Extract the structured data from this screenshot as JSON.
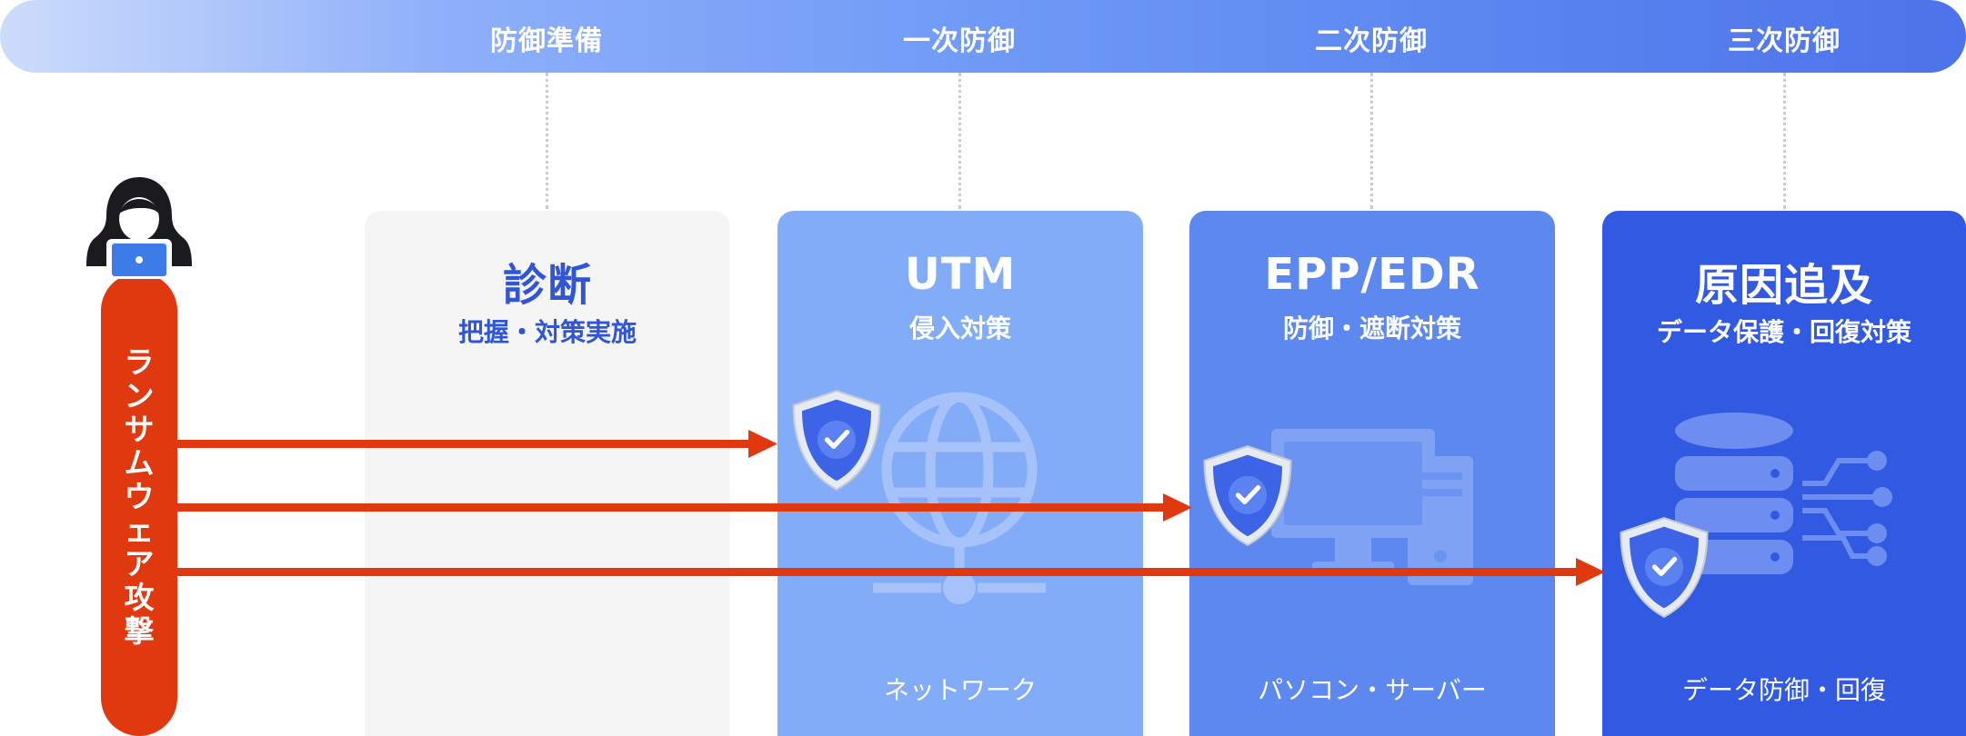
{
  "phases": [
    {
      "label": "防御準備"
    },
    {
      "label": "一次防御"
    },
    {
      "label": "二次防御"
    },
    {
      "label": "三次防御"
    }
  ],
  "attacker": {
    "label_chars": [
      "ラ",
      "ン",
      "サ",
      "ム",
      "ウ",
      "ェ",
      "ア",
      "攻",
      "撃"
    ],
    "icon": "hacker-laptop-icon"
  },
  "panels": [
    {
      "title": "診断",
      "subtitle": "把握・対策実施",
      "footer": "",
      "icon": ""
    },
    {
      "title": "UTM",
      "subtitle": "侵入対策",
      "footer": "ネットワーク",
      "icon": "globe-network-icon"
    },
    {
      "title": "EPP/EDR",
      "subtitle": "防御・遮断対策",
      "footer": "パソコン・サーバー",
      "icon": "desktop-pc-icon"
    },
    {
      "title": "原因追及",
      "subtitle": "データ保護・回復対策",
      "footer": "データ防御・回復",
      "icon": "database-icon"
    }
  ],
  "colors": {
    "attack": "#e0380f",
    "panel_1_bg": "#f5f5f6",
    "panel_1_title": "#2f56d8",
    "panel_2_bg": "#82abf8",
    "panel_3_bg": "#5d88f0",
    "panel_4_bg": "#3159e2",
    "shield": "#3d63e6"
  }
}
